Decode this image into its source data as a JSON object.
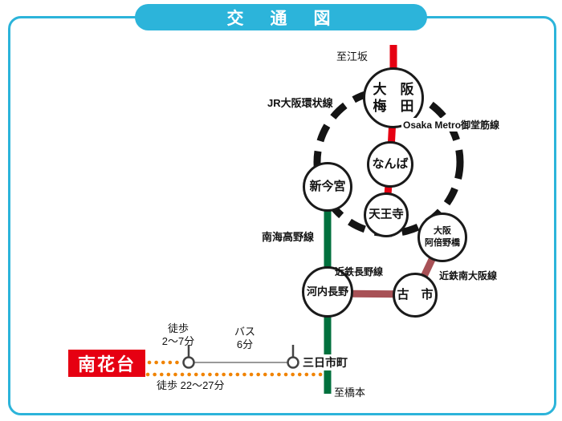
{
  "header": {
    "title": "交　通　図"
  },
  "colors": {
    "frame": "#2cb4da",
    "red_line": "#e60012",
    "green_line": "#00703d",
    "maroon_line": "#a85156",
    "orange_dotted": "#f08300",
    "loop_line": "#141414",
    "bus_line": "#999999",
    "bus_stop_icon": "#444444",
    "nankadai_bg": "#e60012"
  },
  "stations": {
    "osaka_umeda_line1": "大　阪",
    "osaka_umeda_line2": "梅　田",
    "namba": "なんば",
    "shin_imamiya": "新今宮",
    "tennoji": "天王寺",
    "abenobashi_line1": "大阪",
    "abenobashi_line2": "阿倍野橋",
    "kawachinagano": "河内長野",
    "furuichi": "古　市",
    "mikkaichicho": "三日市町",
    "nankadai": "南花台"
  },
  "line_labels": {
    "jr_loop": "JR大阪環状線",
    "midosuji": "Osaka Metro御堂筋線",
    "nankai_koya": "南海高野線",
    "kintetsu_nagano": "近鉄長野線",
    "kintetsu_minami_osaka": "近鉄南大阪線"
  },
  "endpoints": {
    "to_esaka": "至江坂",
    "to_hashimoto": "至橋本"
  },
  "access": {
    "walk_short_label": "徒歩",
    "walk_short_time": "2〜7分",
    "bus_label": "バス",
    "bus_time": "6分",
    "walk_long": "徒歩 22〜27分"
  }
}
